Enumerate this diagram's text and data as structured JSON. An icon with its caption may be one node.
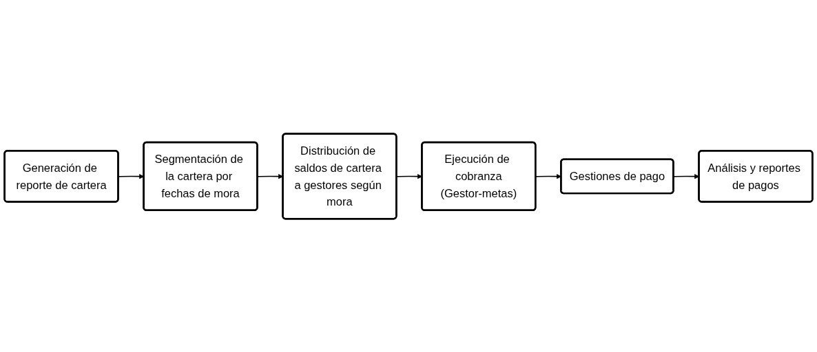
{
  "diagram": {
    "nodes": [
      {
        "text": [
          "Generación de reporte de cartera"
        ]
      },
      {
        "text": [
          "Segmentación de la cartera por fechas de mora"
        ]
      },
      {
        "text": [
          "Distribución de saldos de cartera a gestores según mora"
        ]
      },
      {
        "text": [
          "Ejecución de cobranza",
          "(Gestor-metas)"
        ]
      },
      {
        "text": [
          "Gestiones de pago"
        ]
      },
      {
        "text": [
          "Análisis y reportes de pagos"
        ]
      }
    ],
    "edges": [
      {
        "from": 0,
        "to": 1,
        "arrow": "to"
      },
      {
        "from": 1,
        "to": 2,
        "arrow": "to"
      },
      {
        "from": 2,
        "to": 3,
        "arrow": "to"
      },
      {
        "from": 3,
        "to": 4,
        "arrow": "to"
      },
      {
        "from": 4,
        "to": 5,
        "arrow": "to"
      }
    ]
  }
}
